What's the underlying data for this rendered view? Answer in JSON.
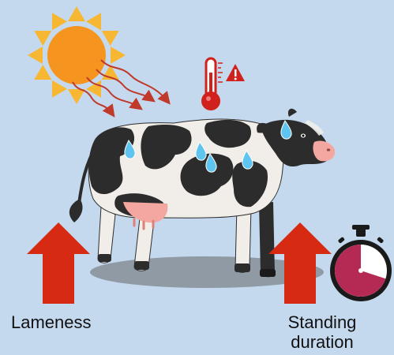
{
  "labels": {
    "lameness": "Lameness",
    "standing_line1": "Standing",
    "standing_line2": "duration"
  },
  "icons": {
    "sun": "sun-icon",
    "heat_rays": "heat-ray-arrows",
    "thermometer": "thermometer-icon",
    "warning": "warning-icon",
    "cow": "holstein-cow",
    "sweat": "sweat-drop-icon",
    "arrow_up": "arrow-up-icon",
    "stopwatch": "stopwatch-icon"
  },
  "colors": {
    "background": "#c4d9ee",
    "sun": "#f5951f",
    "sun_rays": "#f7b733",
    "heat_arrows": "#c0392b",
    "thermometer": "#d0211c",
    "up_arrows": "#d62a12",
    "stopwatch_fill": "#b52a55",
    "shadow": "#8f9aa4"
  },
  "stopwatch": {
    "filled_fraction": 0.7
  }
}
